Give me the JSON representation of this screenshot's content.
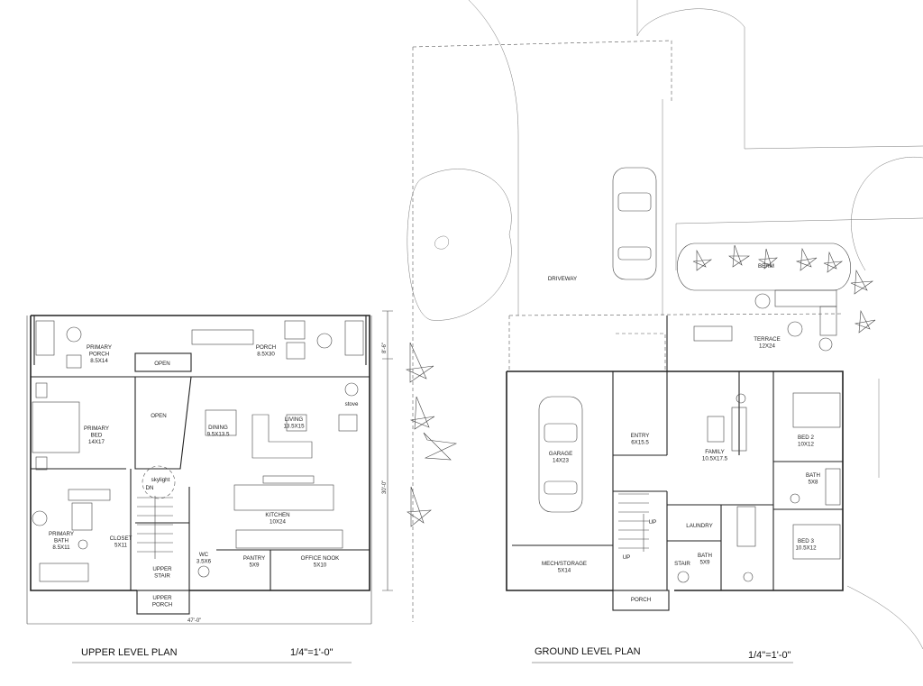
{
  "upper": {
    "title": "UPPER LEVEL PLAN",
    "scale": "1/4\"=1'-0\"",
    "dim_width": "47'-0\"",
    "dim_depth": "30'-0\"",
    "dim_porch": "8'-6\"",
    "rooms": {
      "primary_porch": [
        "PRIMARY",
        "PORCH",
        "8.5X14"
      ],
      "porch": [
        "PORCH",
        "8.5X30"
      ],
      "open_top": [
        "OPEN"
      ],
      "open_mid": [
        "OPEN"
      ],
      "primary_bed": [
        "PRIMARY",
        "BED",
        "14X17"
      ],
      "dining": [
        "DINING",
        "9.5X13.5"
      ],
      "living": [
        "LIVING",
        "13.5X15"
      ],
      "stove": [
        "stove"
      ],
      "skylight": [
        "skylight"
      ],
      "dn": [
        "DN"
      ],
      "kitchen": [
        "KITCHEN",
        "10X24"
      ],
      "primary_bath": [
        "PRIMARY",
        "BATH",
        "8.5X11"
      ],
      "closet": [
        "CLOSET",
        "5X11"
      ],
      "upper_stair": [
        "UPPER",
        "STAIR"
      ],
      "wc": [
        "WC",
        "3.5X6"
      ],
      "pantry": [
        "PANTRY",
        "5X9"
      ],
      "office_nook": [
        "OFFICE NOOK",
        "5X10"
      ],
      "upper_porch": [
        "UPPER",
        "PORCH"
      ]
    }
  },
  "ground": {
    "title": "GROUND LEVEL PLAN",
    "scale": "1/4\"=1'-0\"",
    "rooms": {
      "driveway": [
        "DRIVEWAY"
      ],
      "berm": [
        "BERM"
      ],
      "terrace": [
        "TERRACE",
        "12X24"
      ],
      "garage": [
        "GARAGE",
        "14X23"
      ],
      "entry": [
        "ENTRY",
        "6X15.5"
      ],
      "family": [
        "FAMILY",
        "10.5X17.5"
      ],
      "bed2": [
        "BED 2",
        "10X12"
      ],
      "bath_top": [
        "BATH",
        "5X8"
      ],
      "bed3": [
        "BED 3",
        "10.5X12"
      ],
      "laundry": [
        "LAUNDRY"
      ],
      "up1": [
        "UP"
      ],
      "up2": [
        "UP"
      ],
      "stair": [
        "STAIR"
      ],
      "bath_bottom": [
        "BATH",
        "5X9"
      ],
      "mech": [
        "MECH/STORAGE",
        "5X14"
      ],
      "porch": [
        "PORCH"
      ]
    }
  }
}
